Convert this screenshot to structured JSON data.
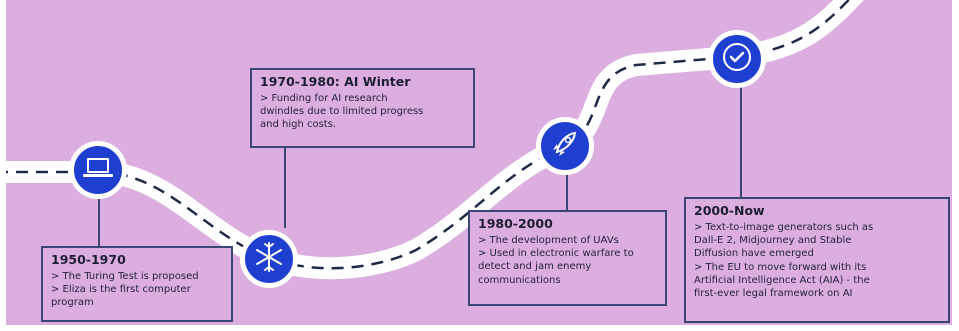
{
  "milestones": [
    {
      "icon": "laptop-icon",
      "title": "1950-1970",
      "lines": [
        "> The Turing Test is proposed",
        "> Eliza is the first computer",
        "program"
      ]
    },
    {
      "icon": "snowflake-icon",
      "title": "1970-1980: AI Winter",
      "lines": [
        "> Funding for AI research",
        "dwindles due to limited progress",
        "and high costs."
      ]
    },
    {
      "icon": "rocket-icon",
      "title": "1980-2000",
      "lines": [
        "> The development of UAVs",
        "> Used in electronic warfare to",
        "detect and jam enemy",
        "communications"
      ]
    },
    {
      "icon": "checkmark-icon",
      "title": "2000-Now",
      "lines": [
        "> Text-to-image generators such as",
        "Dall-E 2, Midjourney and Stable",
        "Diffusion have emerged",
        "> The EU to move forward with its",
        "Artificial Intelligence Act (AIA) - the",
        "first-ever legal framework on AI"
      ]
    }
  ],
  "colors": {
    "background": "#dcaee0",
    "road": "#ffffff",
    "road_dash": "#1e2a4a",
    "node": "#1f3fd1",
    "border": "#3a4673"
  }
}
